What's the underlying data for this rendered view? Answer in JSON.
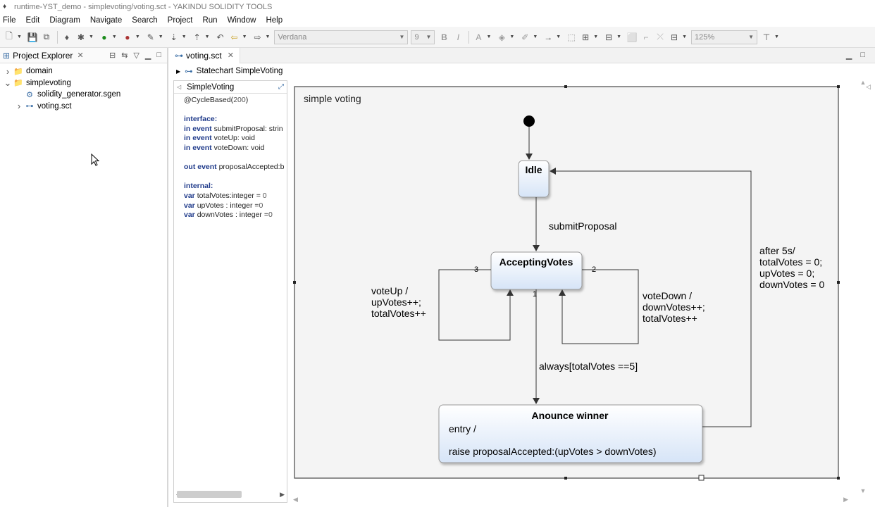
{
  "window": {
    "title": "runtime-YST_demo - simplevoting/voting.sct - YAKINDU SOLIDITY TOOLS"
  },
  "menu": [
    "File",
    "Edit",
    "Diagram",
    "Navigate",
    "Search",
    "Project",
    "Run",
    "Window",
    "Help"
  ],
  "toolbar": {
    "font_family": "Verdana",
    "font_size": "9",
    "zoom": "125%"
  },
  "project_explorer": {
    "tab_label": "Project Explorer",
    "items": [
      {
        "label": "domain",
        "indent": 0,
        "arrow": "right",
        "icon": "folder-icon"
      },
      {
        "label": "simplevoting",
        "indent": 0,
        "arrow": "down",
        "icon": "folder-icon"
      },
      {
        "label": "solidity_generator.sgen",
        "indent": 1,
        "arrow": "",
        "icon": "generator-icon"
      },
      {
        "label": "voting.sct",
        "indent": 1,
        "arrow": "right",
        "icon": "statechart-icon"
      }
    ]
  },
  "editor": {
    "tab_label": "voting.sct",
    "breadcrumb": "Statechart SimpleVoting"
  },
  "definition": {
    "header": "SimpleVoting",
    "lines": [
      {
        "parts": [
          [
            "@CycleBased(",
            "plain"
          ],
          [
            "200",
            "cm"
          ],
          [
            ")",
            "plain"
          ]
        ]
      },
      {
        "parts": []
      },
      {
        "parts": [
          [
            "interface:",
            "kw"
          ]
        ]
      },
      {
        "parts": [
          [
            "in event ",
            "kw"
          ],
          [
            "submitProposal: strin",
            "plain"
          ]
        ]
      },
      {
        "parts": [
          [
            "in event ",
            "kw"
          ],
          [
            "voteUp: void",
            "plain"
          ]
        ]
      },
      {
        "parts": [
          [
            "in event ",
            "kw"
          ],
          [
            "voteDown: void",
            "plain"
          ]
        ]
      },
      {
        "parts": []
      },
      {
        "parts": [
          [
            "out event ",
            "kw"
          ],
          [
            "proposalAccepted:b",
            "plain"
          ]
        ]
      },
      {
        "parts": []
      },
      {
        "parts": [
          [
            "internal:",
            "kw"
          ]
        ]
      },
      {
        "parts": [
          [
            "var ",
            "kw"
          ],
          [
            "totalVotes:integer = ",
            "plain"
          ],
          [
            "0",
            "cm"
          ]
        ]
      },
      {
        "parts": [
          [
            "var ",
            "kw"
          ],
          [
            "upVotes : integer =",
            "plain"
          ],
          [
            "0",
            "cm"
          ]
        ]
      },
      {
        "parts": [
          [
            "var ",
            "kw"
          ],
          [
            "downVotes : integer =",
            "plain"
          ],
          [
            "0",
            "cm"
          ]
        ]
      }
    ]
  },
  "diagram": {
    "region_label": "simple voting",
    "states": {
      "idle": "Idle",
      "accepting": "AcceptingVotes",
      "winner": "Anounce winner",
      "winner_entry": "entry /",
      "winner_raise": "raise proposalAccepted:(upVotes > downVotes)"
    },
    "transitions": {
      "submit": "submitProposal",
      "vote_up": [
        "voteUp /",
        "upVotes++;",
        "totalVotes++"
      ],
      "vote_down": [
        "voteDown /",
        "downVotes++;",
        "totalVotes++"
      ],
      "always": "always[totalVotes ==5]",
      "after": [
        "after 5s/",
        "totalVotes = 0;",
        "upVotes = 0;",
        "downVotes = 0"
      ],
      "prio_3": "3",
      "prio_2": "2",
      "prio_1": "1"
    }
  }
}
